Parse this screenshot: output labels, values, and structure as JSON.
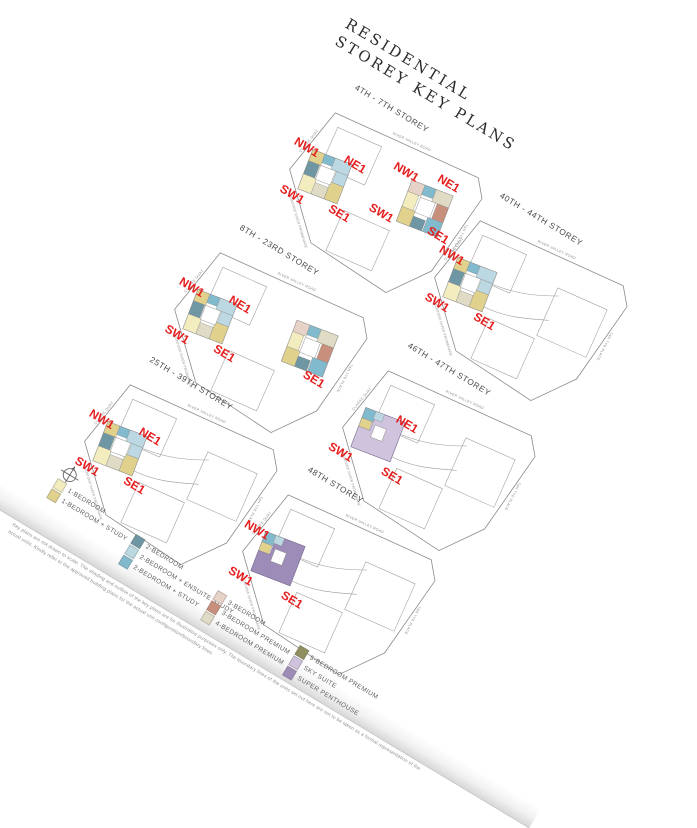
{
  "page": {
    "title_line1": "RESIDENTIAL",
    "title_line2": "STOREY KEY PLANS"
  },
  "roads": {
    "top": "RIVER VALLEY ROAD",
    "left": "CLARKE QUAY",
    "right": "TAN TYE PLACE",
    "promenade": "SINGAPORE RIVER PROMENADE"
  },
  "stack_label_color": "#e61e1e",
  "plans": [
    {
      "title": "4TH - 7TH STOREY",
      "west_variant": "standard",
      "west_labels": [
        "NW1",
        "NE1",
        "SW1",
        "SE1"
      ],
      "east": "tower",
      "east_labels": [
        "NW1",
        "NE1",
        "SW1",
        "SE1"
      ]
    },
    {
      "title": "8TH - 23RD STOREY",
      "west_variant": "standard",
      "west_labels": [
        "NW1",
        "NE1",
        "SW1",
        "SE1"
      ],
      "east": "tower",
      "east_labels": [
        "SE1"
      ]
    },
    {
      "title": "25TH - 39TH STOREY",
      "west_variant": "standard",
      "west_labels": [
        "NW1",
        "NE1",
        "SW1",
        "SE1"
      ],
      "east": "outline",
      "east_labels": []
    },
    {
      "title": "40TH - 44TH STOREY",
      "west_variant": "standard",
      "west_labels": [
        "NW1",
        "SW1",
        "SE1"
      ],
      "east": "outline",
      "east_labels": []
    },
    {
      "title": "46TH - 47TH STOREY",
      "west_variant": "sky_suite",
      "west_labels": [
        "NE1",
        "SW1",
        "SE1"
      ],
      "east": "outline",
      "east_labels": []
    },
    {
      "title": "48TH STOREY",
      "west_variant": "super_penthouse",
      "west_labels": [
        "NW1",
        "SW1",
        "SE1"
      ],
      "east": "outline",
      "east_labels": []
    }
  ],
  "unit_colors": {
    "bed1": "#f2ecbe",
    "bed1s": "#e0d18c",
    "bed2": "#6f97a3",
    "bed2es": "#bcd9e3",
    "bed2s": "#82bacd",
    "bed3": "#e7d2c8",
    "bed3p": "#c98f7d",
    "bed4p": "#dfdbc5",
    "bed5p": "#8f8f5f",
    "sky": "#cfc3dd",
    "sph": "#9d8bb8"
  },
  "legend": {
    "groups": [
      {
        "items": [
          {
            "label": "1-BEDROOM",
            "color_key": "bed1"
          },
          {
            "label": "1-BEDROOM + STUDY",
            "color_key": "bed1s"
          }
        ]
      },
      {
        "items": [
          {
            "label": "2-BEDROOM",
            "color_key": "bed2"
          },
          {
            "label": "2-BEDROOM + ENSUITE STUDY",
            "color_key": "bed2es"
          },
          {
            "label": "2-BEDROOM + STUDY",
            "color_key": "bed2s"
          }
        ]
      },
      {
        "items": [
          {
            "label": "3-BEDROOM",
            "color_key": "bed3"
          },
          {
            "label": "3-BEDROOM PREMIUM",
            "color_key": "bed3p"
          },
          {
            "label": "4-BEDROOM PREMIUM",
            "color_key": "bed4p"
          }
        ]
      },
      {
        "items": [
          {
            "label": "5-BEDROOM PREMIUM",
            "color_key": "bed5p"
          },
          {
            "label": "SKY SUITE",
            "color_key": "sky"
          },
          {
            "label": "SUPER PENTHOUSE",
            "color_key": "sph"
          }
        ]
      }
    ]
  },
  "disclaimer": {
    "line1": "Key plans are not drawn to scale. The shading and outline of the key plans are for illustrative purposes only. The boundary lines of the units set out here are not to be taken as a formal representation of the",
    "line2": "actual units. Kindly refer to the approved building plans for the actual unit configuration/boundary lines."
  }
}
